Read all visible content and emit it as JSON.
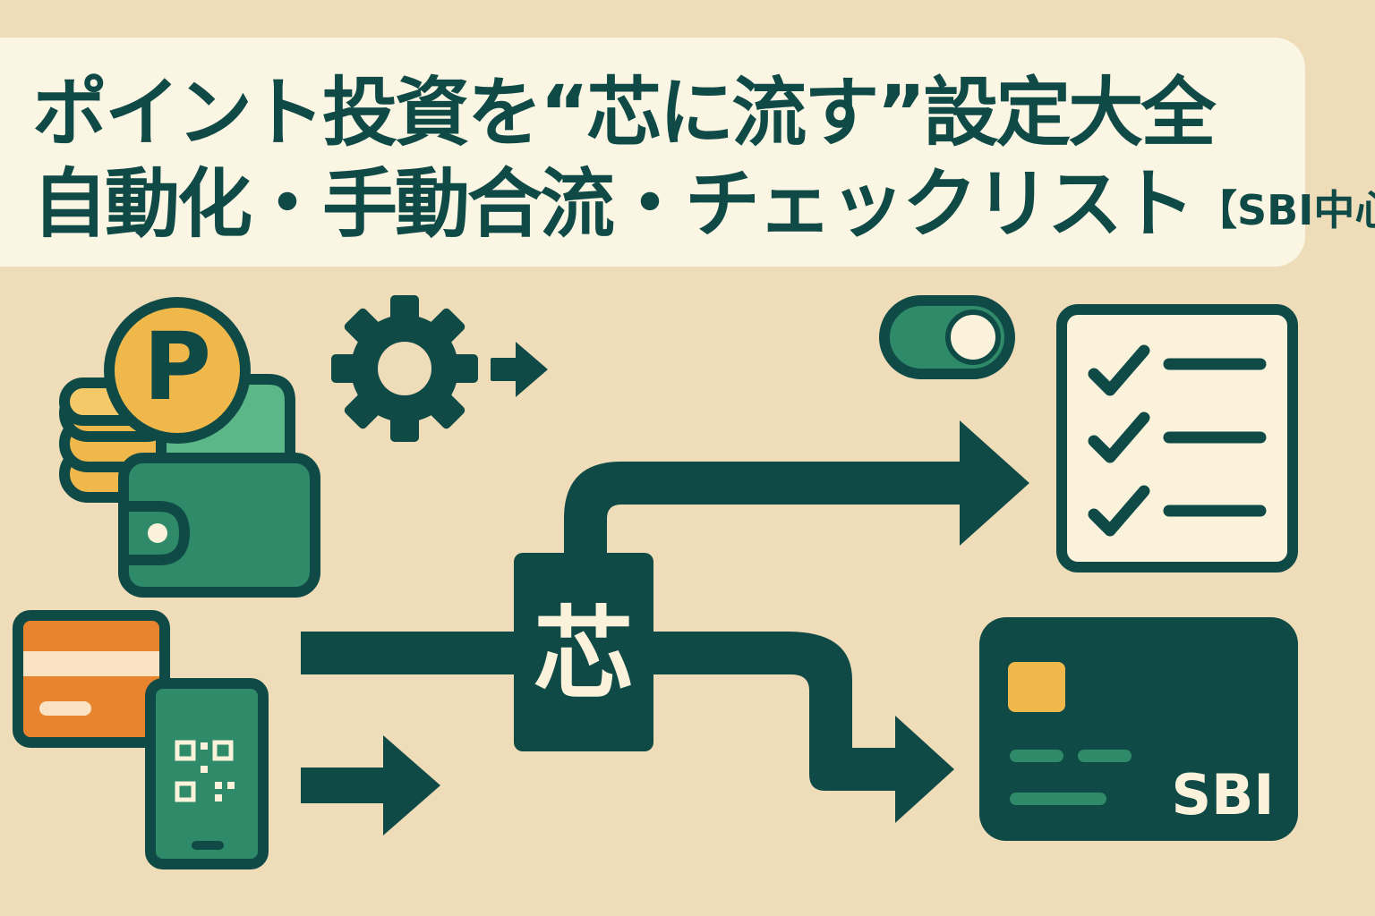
{
  "title": {
    "line1": "ポイント投資を“芯に流す”設定大全",
    "line2_main": "自動化・手動合流・チェックリスト",
    "line2_sub": "【SBI中心】"
  },
  "hub_label": "芯",
  "point_coin_label": "P",
  "bank_card_label": "SBI",
  "toggle_state": "on",
  "checklist_checked": [
    true,
    true,
    true
  ],
  "colors": {
    "background": "#efdcb8",
    "title_panel": "#fbf5e4",
    "dark_teal": "#0f4a47",
    "green": "#2e8a68",
    "coin_yellow": "#f0b84a",
    "card_orange": "#e8842e",
    "cream": "#fbf2dc"
  },
  "icons": [
    "point-coin-icon",
    "coin-stack-icon",
    "wallet-icon",
    "gear-icon",
    "arrow-right-icon",
    "toggle-switch-icon",
    "checklist-icon",
    "credit-card-icon",
    "smartphone-qr-icon",
    "bank-card-icon"
  ]
}
